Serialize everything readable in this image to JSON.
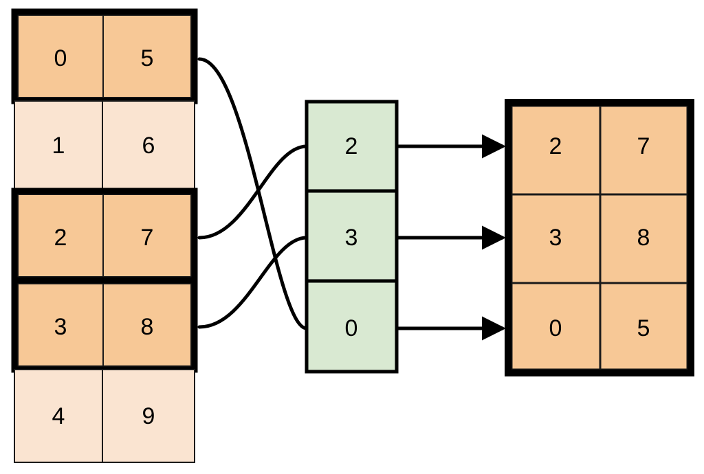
{
  "diagram": {
    "title": "gather-rows-by-index-diagram",
    "colors": {
      "highlight_fill": "#F7C896",
      "dim_fill": "#FAE4D1",
      "index_fill": "#D9E9D2",
      "stroke": "#000000",
      "thin_stroke": "#1a1a1a",
      "background": "#FFFFFF"
    },
    "source_table": {
      "name": "source-table",
      "rows": 5,
      "cols": 2,
      "cells": [
        [
          "0",
          "5"
        ],
        [
          "1",
          "6"
        ],
        [
          "2",
          "7"
        ],
        [
          "3",
          "8"
        ],
        [
          "4",
          "9"
        ]
      ],
      "highlighted_rows": [
        0,
        2,
        3
      ]
    },
    "index_column": {
      "name": "index-column",
      "rows": 3,
      "cells": [
        "2",
        "3",
        "0"
      ]
    },
    "result_table": {
      "name": "result-table",
      "rows": 3,
      "cols": 2,
      "cells": [
        [
          "2",
          "7"
        ],
        [
          "3",
          "8"
        ],
        [
          "0",
          "5"
        ]
      ]
    },
    "connections": [
      {
        "name": "curve-source-row-0-to-index-2",
        "from_row": 0,
        "to_index": 2
      },
      {
        "name": "curve-source-row-2-to-index-0",
        "from_row": 2,
        "to_index": 0
      },
      {
        "name": "curve-source-row-3-to-index-1",
        "from_row": 3,
        "to_index": 1
      }
    ],
    "arrows": [
      {
        "name": "arrow-index-0-to-result-row-0",
        "index_row": 0,
        "result_row": 0
      },
      {
        "name": "arrow-index-1-to-result-row-1",
        "index_row": 1,
        "result_row": 1
      },
      {
        "name": "arrow-index-2-to-result-row-2",
        "index_row": 2,
        "result_row": 2
      }
    ]
  }
}
